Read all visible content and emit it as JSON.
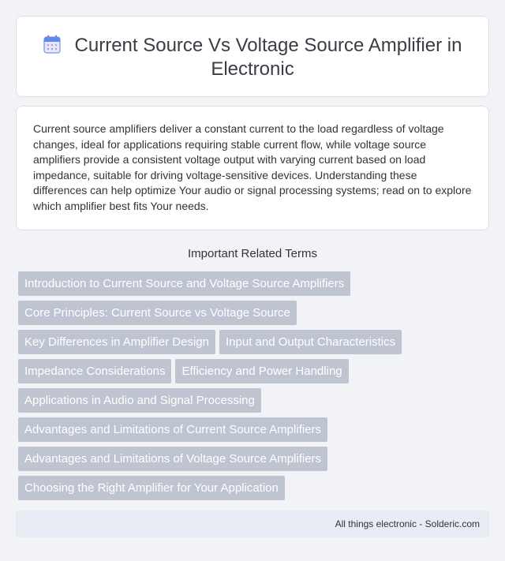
{
  "header": {
    "icon": "calendar-icon",
    "title": "Current Source Vs Voltage Source Amplifier in Electronic"
  },
  "description": "Current source amplifiers deliver a constant current to the load regardless of voltage changes, ideal for applications requiring stable current flow, while voltage source amplifiers provide a consistent voltage output with varying current based on load impedance, suitable for driving voltage-sensitive devices. Understanding these differences can help optimize Your audio or signal processing systems; read on to explore which amplifier best fits Your needs.",
  "related": {
    "heading": "Important Related Terms",
    "terms": [
      "Introduction to Current Source and Voltage Source Amplifiers",
      "Core Principles: Current Source vs Voltage Source",
      "Key Differences in Amplifier Design",
      "Input and Output Characteristics",
      "Impedance Considerations",
      "Efficiency and Power Handling",
      "Applications in Audio and Signal Processing",
      "Advantages and Limitations of Current Source Amplifiers",
      "Advantages and Limitations of Voltage Source Amplifiers",
      "Choosing the Right Amplifier for Your Application"
    ]
  },
  "footer": {
    "text": "All things electronic - Solderic.com"
  },
  "colors": {
    "tag_bg": "#bfc4d1",
    "footer_bg": "#e7ecf5",
    "icon_accent": "#5b8def"
  }
}
